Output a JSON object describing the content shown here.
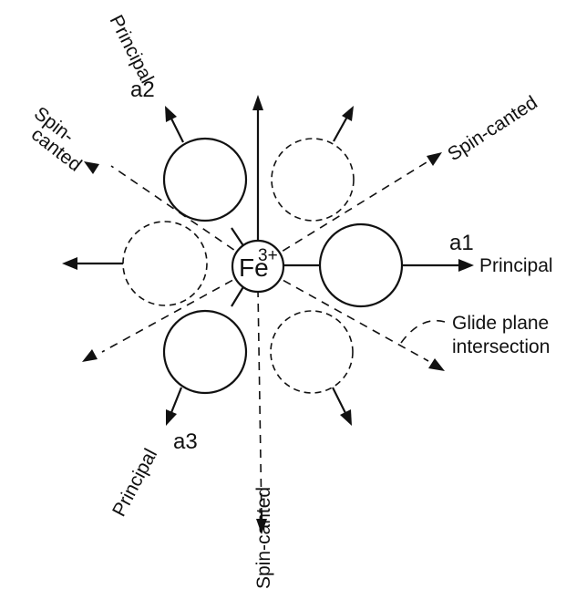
{
  "center_ion": {
    "symbol": "Fe",
    "charge": "3+"
  },
  "labels": {
    "a1": "a1",
    "a2": "a2",
    "a3": "a3",
    "principal_a1": "Principal",
    "principal_a2": "Principal",
    "principal_a3": "Principal",
    "spin_canted_right": "Spin-canted",
    "spin_canted_left_line1": "Spin-",
    "spin_canted_left_line2": "canted",
    "spin_canted_bottom": "Spin-canted",
    "glide_line1": "Glide plane",
    "glide_line2": "intersection"
  }
}
